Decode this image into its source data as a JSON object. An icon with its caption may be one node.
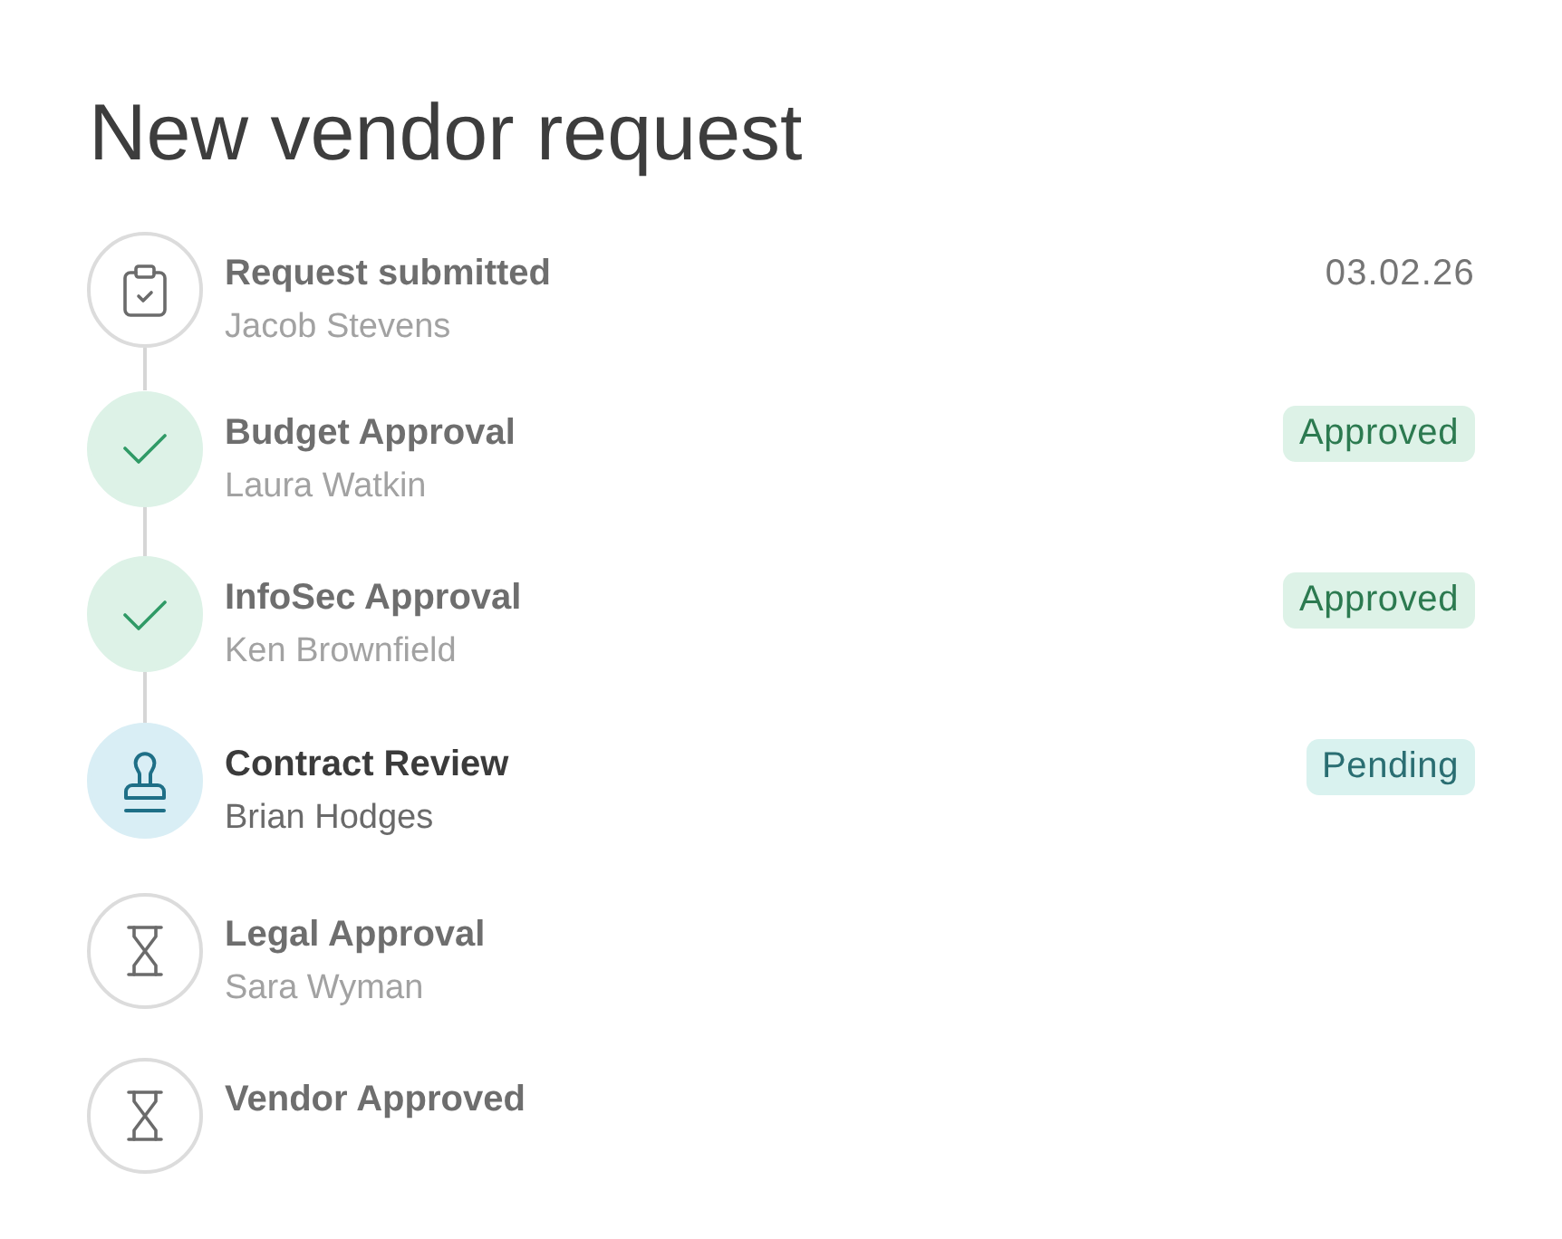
{
  "diagram": {
    "title": "New vendor request",
    "nodes": [
      {
        "text": [],
        "shape": "circle",
        "beside": [
          "Request submitted",
          "Jacob Stevens"
        ]
      },
      {
        "text": [],
        "shape": "circle",
        "beside": [
          "Budget Approval",
          "Laura Watkin"
        ]
      },
      {
        "text": [
          "Approved"
        ]
      },
      {
        "text": [],
        "shape": "circle",
        "beside": [
          "InfoSec Approval",
          "Ken Brownfield"
        ]
      },
      {
        "text": [
          "Approved"
        ]
      },
      {
        "text": [],
        "shape": "circle",
        "beside": [
          "Contract Review",
          "Brian Hodges"
        ]
      },
      {
        "text": [
          "Pending"
        ]
      },
      {
        "text": [],
        "shape": "circle",
        "beside": [
          "Legal Approval",
          "Sara Wyman"
        ]
      },
      {
        "text": [],
        "shape": "circle",
        "beside": [
          "Vendor Approved"
        ]
      }
    ],
    "edges": [
      {
        "from": 0,
        "to": 1,
        "arrow": "none"
      },
      {
        "from": 1,
        "to": 3,
        "arrow": "none"
      },
      {
        "from": 3,
        "to": 5,
        "arrow": "none"
      }
    ],
    "labels": [
      "03.02.26"
    ]
  }
}
